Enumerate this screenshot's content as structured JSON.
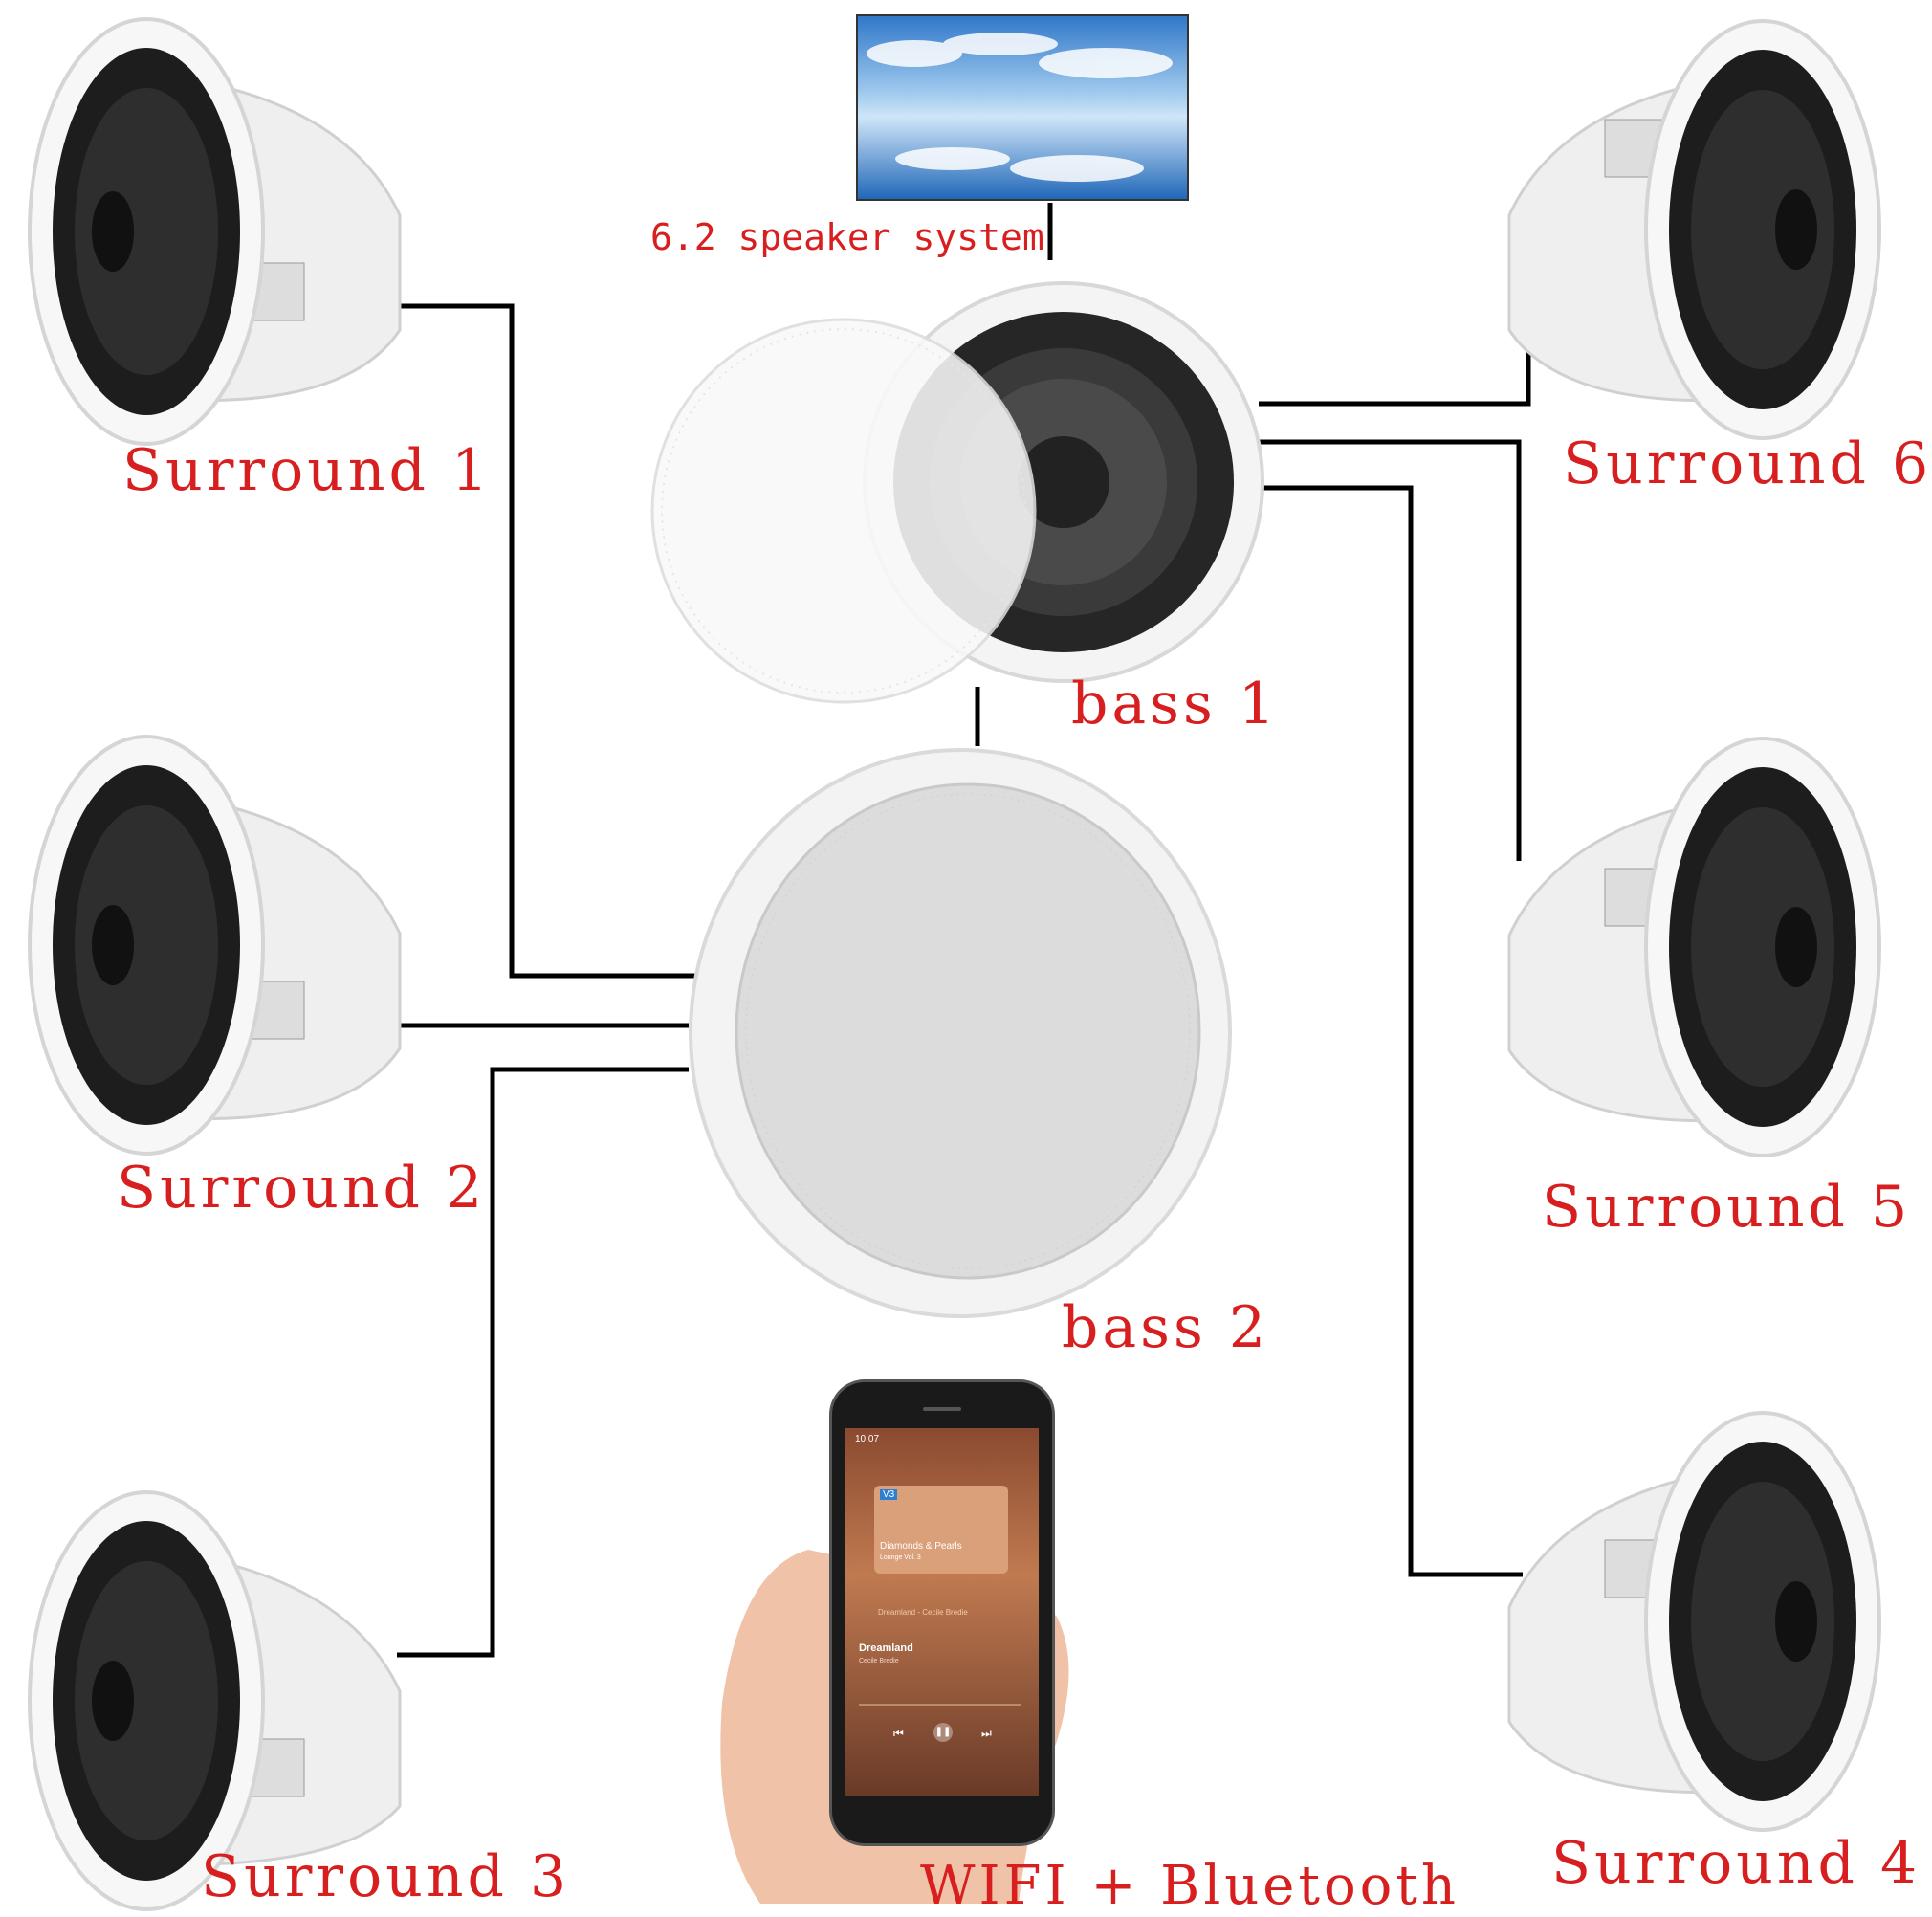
{
  "system_title": "6.2 speaker system",
  "speakers": {
    "surround_1": "Surround 1",
    "surround_2": "Surround 2",
    "surround_3": "Surround 3",
    "surround_4": "Surround 4",
    "surround_5": "Surround 5",
    "surround_6": "Surround 6",
    "bass_1": "bass 1",
    "bass_2": "bass 2"
  },
  "connectivity_label": "WIFI + Bluetooth",
  "phone": {
    "time": "10:07",
    "album_badge": "V3",
    "album_title": "Diamonds & Pearls",
    "album_subtitle": "Lounge Vol. 3",
    "now_playing_line": "Dreamland - Cecile Bredie",
    "song_title": "Dreamland",
    "artist": "Cecile Bredie"
  },
  "colors": {
    "label": "#d81f1f",
    "wire": "#000000",
    "speaker_body": "#f2f2f2",
    "driver": "#2a2a2a"
  }
}
